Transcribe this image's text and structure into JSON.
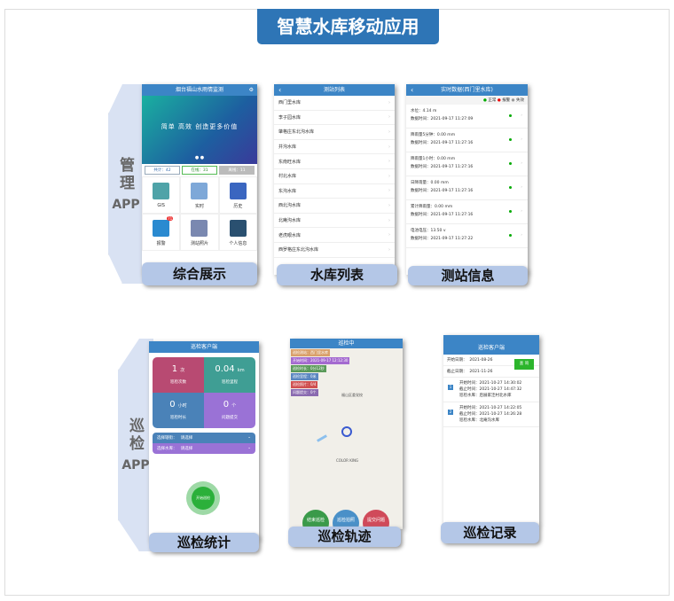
{
  "title": "智慧水库移动应用",
  "groups": {
    "manage": {
      "cn": "管理",
      "en": "APP"
    },
    "patrol": {
      "cn": "巡检",
      "en": "APP"
    }
  },
  "screens": {
    "overview": {
      "caption": "综合展示",
      "header": "烟台福山水雨情监测",
      "banner": "简单 高效 创造更多价值",
      "stats": [
        "共计：42",
        "在线：31",
        "离线：11"
      ],
      "grid": [
        {
          "label": "GIS"
        },
        {
          "label": "实时"
        },
        {
          "label": "历史"
        },
        {
          "label": "报警",
          "badge": "71"
        },
        {
          "label": "测站照片"
        },
        {
          "label": "个人信息"
        }
      ]
    },
    "reservoirs": {
      "caption": "水库列表",
      "header": "测站列表",
      "items": [
        "西门里水库",
        "李子园水库",
        "肇格庄东北沟水库",
        "井沟水库",
        "东南旺水库",
        "村北水库",
        "东沟水库",
        "西北沟水库",
        "北庵沟水库",
        "老虎眼水库",
        "西罗格庄东北沟水库"
      ]
    },
    "station": {
      "caption": "测站信息",
      "header": "实时数据(西门里水库)",
      "legend": [
        "正常",
        "报警",
        "失效"
      ],
      "items": [
        {
          "label": "水位：4.14 m",
          "time": "数据时间：2021-09-17 11:27:09"
        },
        {
          "label": "降雨量5分钟：0.00 mm",
          "time": "数据时间：2021-09-17 11:27:16"
        },
        {
          "label": "降雨量1小时：0.00 mm",
          "time": "数据时间：2021-09-17 11:27:16"
        },
        {
          "label": "日降雨量：0.00 mm",
          "time": "数据时间：2021-09-17 11:27:16"
        },
        {
          "label": "累计降雨量：0.00 mm",
          "time": "数据时间：2021-09-17 11:27:16"
        },
        {
          "label": "电池电压：13.50 v",
          "time": "数据时间：2021-09-17 11:27:22"
        }
      ]
    },
    "stats": {
      "caption": "巡检统计",
      "header": "巡检客户端",
      "tiles": [
        {
          "value": "1",
          "unit": "次",
          "label": "巡检次数",
          "color": "#b84a72"
        },
        {
          "value": "0.04",
          "unit": "km",
          "label": "巡检里程",
          "color": "#3f9e94"
        },
        {
          "value": "0",
          "unit": "小时",
          "label": "巡检时长",
          "color": "#4a82b8"
        },
        {
          "value": "0",
          "unit": "个",
          "label": "问题提交",
          "color": "#9a72d6"
        }
      ],
      "selects": [
        {
          "label": "选择辖街：",
          "value": "请选择"
        },
        {
          "label": "选择水库：",
          "value": "请选择"
        }
      ],
      "start": "开始巡检"
    },
    "track": {
      "caption": "巡检轨迹",
      "header": "巡检中",
      "tags": [
        {
          "text": "巡检测站：西门里水库",
          "color": "#d9a06a"
        },
        {
          "text": "开始时间：2021-09-17 12:12:30",
          "color": "#a46ad0"
        },
        {
          "text": "巡检时长：0分12秒",
          "color": "#5a9a5a"
        },
        {
          "text": "巡检里程：0米",
          "color": "#5a86c0"
        },
        {
          "text": "巡检照片：0/4",
          "color": "#d05050"
        },
        {
          "text": "问题提交：0个",
          "color": "#8a6ab0"
        }
      ],
      "map_labels": [
        "福山区委党校",
        "COLOR KING"
      ],
      "buttons": [
        {
          "text": "结束巡检",
          "color": "#3a9a4a"
        },
        {
          "text": "巡检拍照",
          "color": "#4a90c8"
        },
        {
          "text": "提交问题",
          "color": "#d04a5a"
        }
      ]
    },
    "records": {
      "caption": "巡检记录",
      "header": "巡检客户端",
      "start_label": "开始日期：",
      "start": "2021-08-26",
      "end_label": "截止日期：",
      "end": "2021-11-26",
      "query": "查 询",
      "items": [
        {
          "n": "1",
          "start": "开始时间：2021-10-27 14:30:02",
          "end": "截止时间：2021-10-27 14:47:32",
          "res": "巡检水库：后展家洼村北水库"
        },
        {
          "n": "2",
          "start": "开始时间：2021-10-27 14:22:05",
          "end": "截止时间：2021-10-27 14:26:28",
          "res": "巡检水库：北庵沟水库"
        }
      ]
    }
  }
}
